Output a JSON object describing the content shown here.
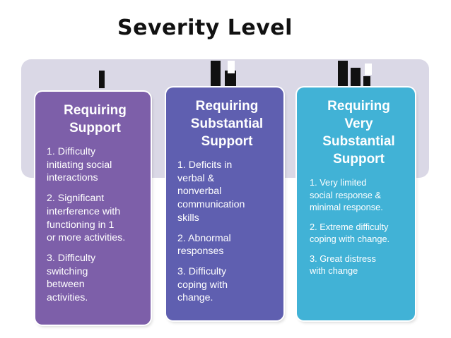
{
  "title": "Severity Level",
  "colors": {
    "band": "#dad8e6",
    "level_1": "#7d5fa9",
    "level_2": "#5f5fb0",
    "level_3": "#41b2d6",
    "title_text": "#111111"
  },
  "icons": [
    "signal-bars-1-icon",
    "signal-bars-2-icon",
    "signal-bars-3-icon"
  ],
  "levels": [
    {
      "title": "Requiring\nSupport",
      "items": [
        "1. Difficulty\ninitiating social\ninteractions",
        "2. Significant\ninterference with\nfunctioning in 1\nor more activities.",
        "3. Difficulty\nswitching\nbetween\nactivities."
      ]
    },
    {
      "title": "Requiring\nSubstantial\nSupport",
      "items": [
        "1. Deficits in\nverbal &\nnonverbal\ncommunication\nskills",
        "2. Abnormal\nresponses",
        "3. Difficulty\ncoping with\nchange."
      ]
    },
    {
      "title": "Requiring\nVery\nSubstantial\nSupport",
      "items": [
        "1. Very limited\nsocial response &\nminimal response.",
        "2. Extreme difficulty\ncoping with change.",
        "3. Great distress\nwith change"
      ]
    }
  ]
}
